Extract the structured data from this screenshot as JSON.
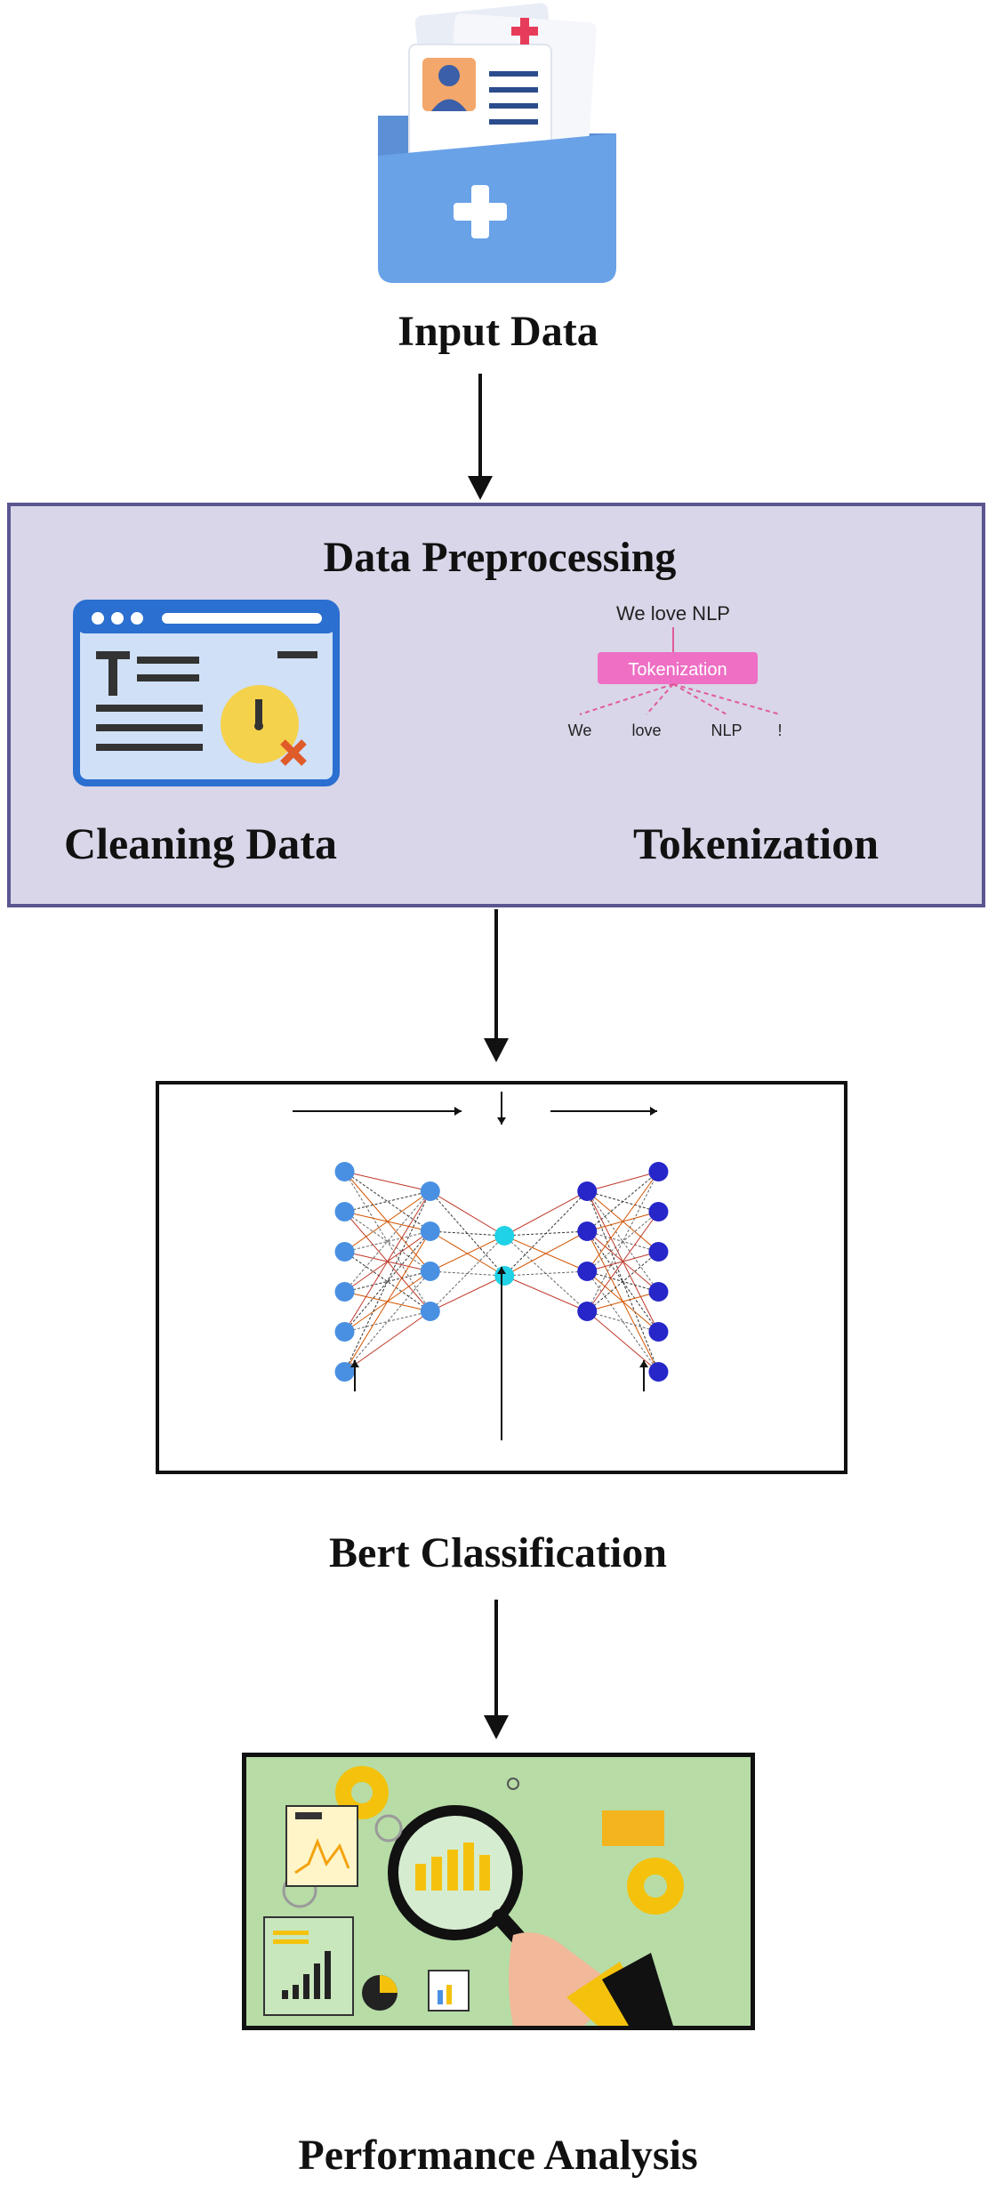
{
  "nodes": {
    "input": {
      "label": "Input Data"
    },
    "preprocessing": {
      "title": "Data Preprocessing",
      "cleaning": {
        "label": "Cleaning Data"
      },
      "tokenization": {
        "label": "Tokenization",
        "sentence": "We love NLP",
        "box_label": "Tokenization",
        "tokens": [
          "We",
          "love",
          "NLP",
          "!"
        ]
      }
    },
    "bert": {
      "label": "Bert Classification"
    },
    "performance": {
      "label": "Performance Analysis"
    }
  },
  "colors": {
    "folder_blue": "#5b8fd6",
    "panel_fill": "#d9d6e9",
    "panel_border": "#5b5690",
    "token_pink": "#ee6fc4",
    "nn_light": "#4a90e2",
    "nn_cyan": "#1fd2e6",
    "nn_dark": "#2626c9",
    "perf_bg": "#b7dca6",
    "accent_yellow": "#f4c20d"
  }
}
